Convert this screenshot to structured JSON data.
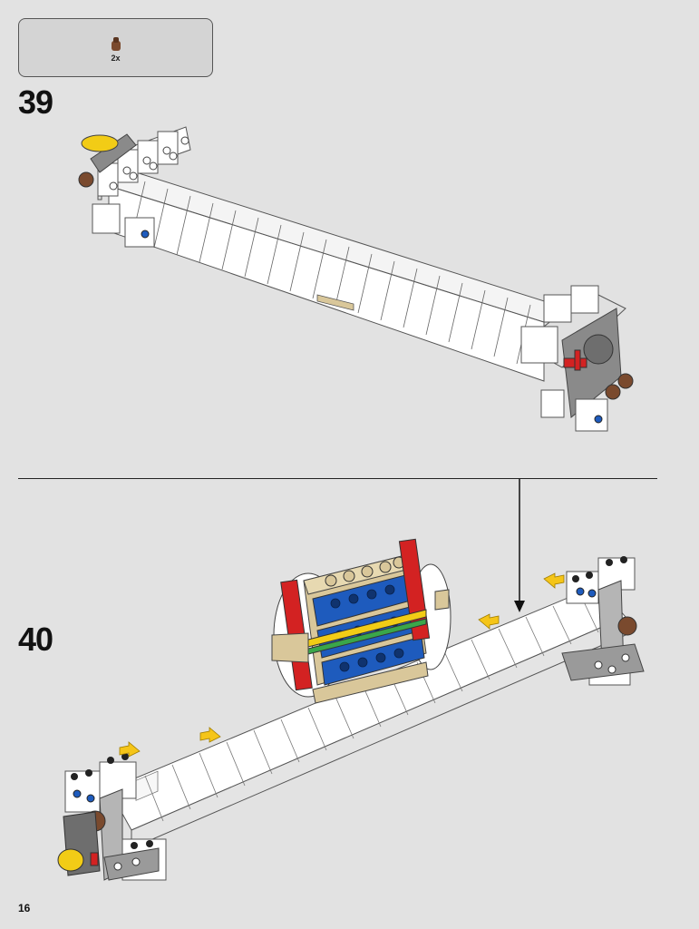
{
  "parts_callout": {
    "quantity": "2x",
    "part_color": "#7a4a2e",
    "part_icon": "brown-round-pin-icon"
  },
  "steps": [
    {
      "number": "39"
    },
    {
      "number": "40"
    }
  ],
  "page_number": "16",
  "colors": {
    "white_brick": "#ffffff",
    "light_gray": "#c9c9c9",
    "dark_gray": "#6e6e6e",
    "tan": "#d9c79a",
    "red": "#d32222",
    "blue": "#1e5bbd",
    "yellow": "#f2cc16",
    "green": "#3aa64a",
    "brown": "#7a4a2e",
    "arrow_yellow": "#f5c518"
  }
}
